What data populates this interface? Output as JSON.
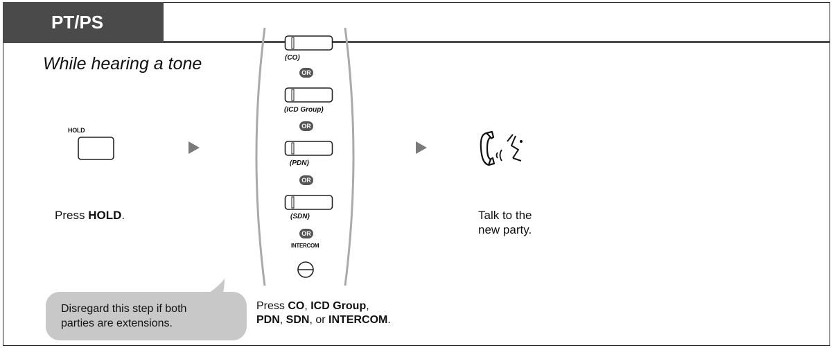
{
  "header": {
    "title": "PT/PS"
  },
  "condition": "While hearing a tone",
  "step1": {
    "key_label": "HOLD",
    "text_prefix": "Press ",
    "text_bold": "HOLD",
    "text_suffix": ".",
    "bubble_line1": "Disregard this step if both",
    "bubble_line2": "parties are extensions."
  },
  "step2": {
    "options": [
      {
        "label": "(CO)"
      },
      {
        "label": "(ICD Group)"
      },
      {
        "label": "(PDN)"
      },
      {
        "label": "(SDN)"
      }
    ],
    "or_label": "OR",
    "intercom_label": "INTERCOM",
    "text": {
      "press": "Press ",
      "co": "CO",
      "sep1": ", ",
      "icd": "ICD Group",
      "sep2": ",",
      "pdn": "PDN",
      "sep3": ", ",
      "sdn": "SDN",
      "sep4": ", or ",
      "intercom": "INTERCOM",
      "end": "."
    }
  },
  "step3": {
    "icon": "handset-talk-icon",
    "line1": "Talk to the",
    "line2": "new party."
  },
  "colors": {
    "header_bg": "#4a4a4a",
    "bubble_bg": "#c8c8c8",
    "arrow": "#7a7a7a",
    "or_badge": "#555555"
  }
}
